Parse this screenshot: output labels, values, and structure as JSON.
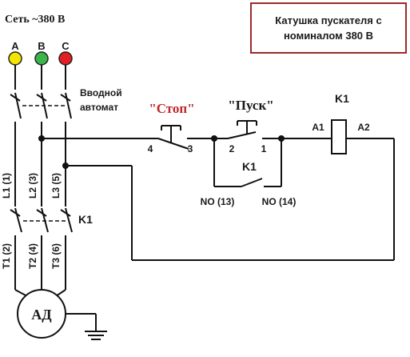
{
  "supply": {
    "title": "Сеть ~380 В"
  },
  "phases": [
    {
      "letter": "A",
      "color": "#f2e600"
    },
    {
      "letter": "B",
      "color": "#39b54a"
    },
    {
      "letter": "C",
      "color": "#e31e24"
    }
  ],
  "breaker": {
    "line1": "Вводной",
    "line2": "автомат"
  },
  "terminals": {
    "line": [
      "L1 (1)",
      "L2 (3)",
      "L3 (5)"
    ],
    "load": [
      "T1 (2)",
      "T2 (4)",
      "T3 (6)"
    ]
  },
  "power_contacts": {
    "label": "K1"
  },
  "motor": {
    "label": "АД"
  },
  "stop_button": {
    "label": "\"Стоп\"",
    "pin_left": "4",
    "pin_right": "3",
    "color": "#c0272d"
  },
  "start_button": {
    "label": "\"Пуск\"",
    "pin_left": "2",
    "pin_right": "1"
  },
  "self_hold": {
    "label": "K1",
    "no_left": "NO (13)",
    "no_right": "NO (14)"
  },
  "coil": {
    "label": "K1",
    "pin_left": "A1",
    "pin_right": "A2"
  },
  "note": {
    "line1": "Катушка пускателя с",
    "line2": "номиналом 380 В",
    "border_color": "#9b2a2a"
  }
}
